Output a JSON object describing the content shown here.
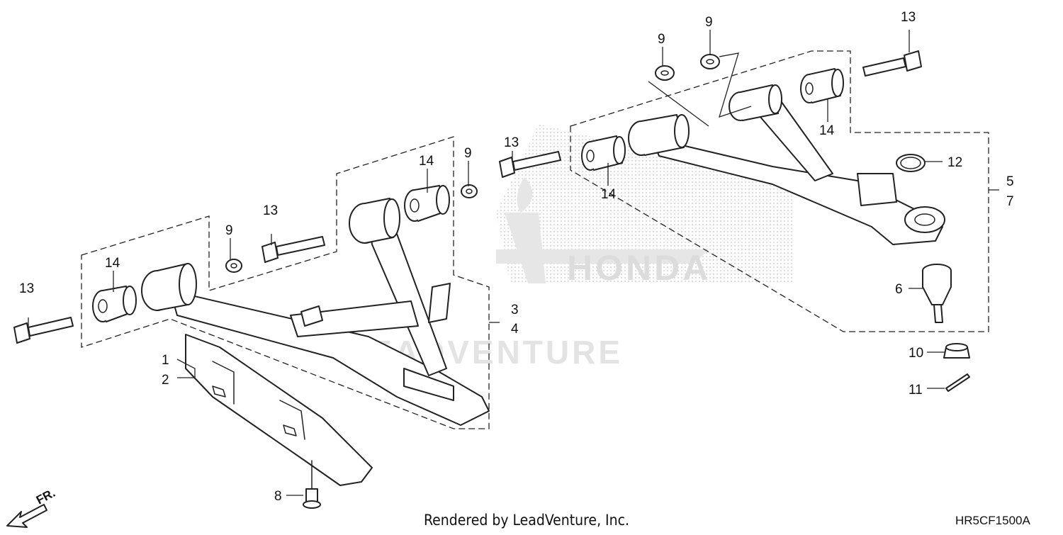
{
  "diagram": {
    "callouts": [
      {
        "id": "c1",
        "text": "1"
      },
      {
        "id": "c2",
        "text": "2"
      },
      {
        "id": "c3",
        "text": "3"
      },
      {
        "id": "c4",
        "text": "4"
      },
      {
        "id": "c5",
        "text": "5"
      },
      {
        "id": "c6",
        "text": "6"
      },
      {
        "id": "c7",
        "text": "7"
      },
      {
        "id": "c8",
        "text": "8"
      },
      {
        "id": "c9a",
        "text": "9"
      },
      {
        "id": "c9b",
        "text": "9"
      },
      {
        "id": "c9c",
        "text": "9"
      },
      {
        "id": "c9d",
        "text": "9"
      },
      {
        "id": "c10",
        "text": "10"
      },
      {
        "id": "c11",
        "text": "11"
      },
      {
        "id": "c12",
        "text": "12"
      },
      {
        "id": "c13a",
        "text": "13"
      },
      {
        "id": "c13b",
        "text": "13"
      },
      {
        "id": "c13c",
        "text": "13"
      },
      {
        "id": "c13d",
        "text": "13"
      },
      {
        "id": "c14a",
        "text": "14"
      },
      {
        "id": "c14b",
        "text": "14"
      },
      {
        "id": "c14c",
        "text": "14"
      },
      {
        "id": "c14d",
        "text": "14"
      }
    ],
    "watermark_text": "LEADVENTURE",
    "watermark_brand": "HONDA",
    "footer_text": "Rendered by LeadVenture, Inc.",
    "diagram_code": "HR5CF1500A",
    "direction_label": "FR."
  },
  "colors": {
    "line": "#222222",
    "watermark": "#e3e3e3",
    "background": "#ffffff"
  }
}
